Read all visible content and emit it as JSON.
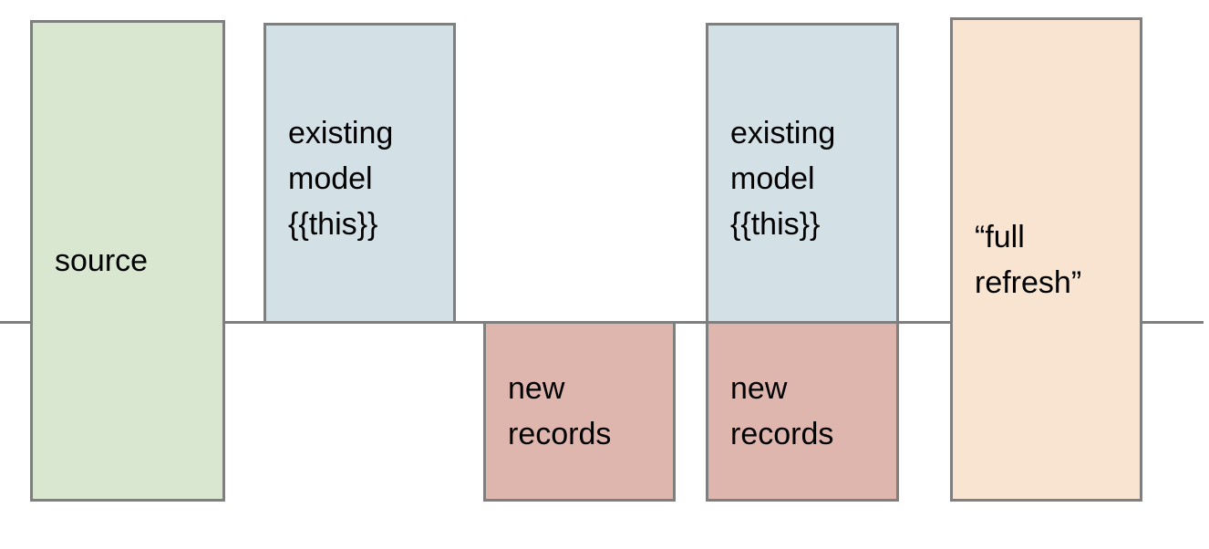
{
  "diagram": {
    "title": "full refresh incremental model diagram",
    "cut_line": {
      "name": "horizontal-divider",
      "color": "#7f7f7f"
    },
    "palette": {
      "source_fill": "#d9e7d0",
      "existing_model_fill": "#d3e0e5",
      "new_records_fill": "#dfb6ae",
      "full_refresh_fill": "#f8e4d0",
      "border": "#7f7f7f",
      "text": "#000000",
      "background": "#ffffff"
    },
    "boxes": [
      {
        "id": "source",
        "label": "source",
        "fill": "#d9e7d0"
      },
      {
        "id": "existing-model-1",
        "label": "existing\nmodel\n{{this}}",
        "fill": "#d3e0e5"
      },
      {
        "id": "new-records-1",
        "label": "new\nrecords",
        "fill": "#dfb6ae"
      },
      {
        "id": "existing-model-2",
        "label": "existing\nmodel\n{{this}}",
        "fill": "#d3e0e5"
      },
      {
        "id": "new-records-2",
        "label": "new\nrecords",
        "fill": "#dfb6ae"
      },
      {
        "id": "full-refresh",
        "label": "“full\nrefresh”",
        "fill": "#f8e4d0"
      }
    ]
  }
}
